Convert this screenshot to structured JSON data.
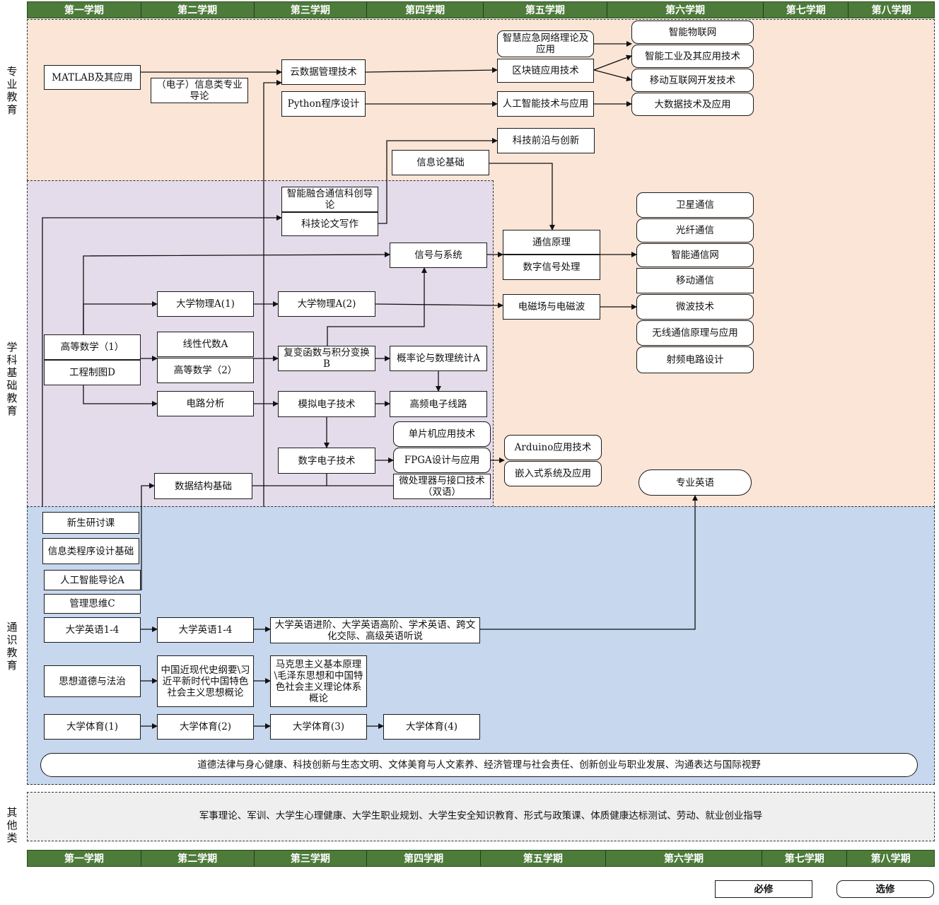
{
  "semesters": [
    "第一学期",
    "第二学期",
    "第三学期",
    "第四学期",
    "第五学期",
    "第六学期",
    "第七学期",
    "第八学期"
  ],
  "sections": {
    "professional": "专业教育",
    "discipline": "学科基础教育",
    "general": "通识教育",
    "other": "其他类"
  },
  "courses": {
    "matlab": "MATLAB及其应用",
    "intro_info": "（电子）信息类专业导论",
    "cloud_data": "云数据管理技术",
    "python": "Python程序设计",
    "smart_emergency": "智慧应急网络理论及应用",
    "blockchain": "区块链应用技术",
    "ai_tech": "人工智能技术与应用",
    "iot": "智能物联网",
    "smart_industry": "智能工业及其应用技术",
    "mobile_internet": "移动互联网开发技术",
    "big_data": "大数据技术及应用",
    "frontier": "科技前沿与创新",
    "info_theory": "信息论基础",
    "smart_fusion": "智能融合通信科创导论",
    "paper_writing": "科技论文写作",
    "signals": "信号与系统",
    "comm_principle": "通信原理",
    "dsp": "数字信号处理",
    "satellite": "卫星通信",
    "fiber": "光纤通信",
    "smart_network": "智能通信网",
    "mobile_comm": "移动通信",
    "physics1": "大学物理A(1)",
    "physics2": "大学物理A(2)",
    "em_field": "电磁场与电磁波",
    "microwave": "微波技术",
    "wireless": "无线通信原理与应用",
    "rf_circuit": "射频电路设计",
    "math1": "高等数学（1）",
    "drawing": "工程制图D",
    "linear_algebra": "线性代数A",
    "math2": "高等数学（2）",
    "complex": "复变函数与积分变换B",
    "probability": "概率论与数理统计A",
    "circuit": "电路分析",
    "analog": "模拟电子技术",
    "hf_circuit": "高频电子线路",
    "mcu": "单片机应用技术",
    "digital": "数字电子技术",
    "fpga": "FPGA设计与应用",
    "microprocessor": "微处理器与接口技术（双语）",
    "arduino": "Arduino应用技术",
    "embedded": "嵌入式系统及应用",
    "data_structure": "数据结构基础",
    "prof_english": "专业英语",
    "freshman_seminar": "新生研讨课",
    "programming_basics": "信息类程序设计基础",
    "ai_intro": "人工智能导论A",
    "mgmt_thinking": "管理思维C",
    "english_1": "大学英语1-4",
    "english_2": "大学英语1-4",
    "english_adv": "大学英语进阶、大学英语高阶、学术英语、跨文化交际、高级英语听说",
    "morality": "思想道德与法治",
    "history": "中国近现代史纲要\\习近平新时代中国特色社会主义思想概论",
    "marxism": "马克思主义基本原理\\毛泽东思想和中国特色社会主义理论体系概论",
    "pe1": "大学体育(1)",
    "pe2": "大学体育(2)",
    "pe3": "大学体育(3)",
    "pe4": "大学体育(4)",
    "gen_ed": "道德法律与身心健康、科技创新与生态文明、文体美育与人文素养、经济管理与社会责任、创新创业与职业发展、沟通表达与国际视野",
    "other_courses": "军事理论、军训、大学生心理健康、大学生职业规划、大学生安全知识教育、形式与政策课、体质健康达标测试、劳动、就业创业指导"
  },
  "legend": {
    "required": "必修",
    "elective": "选修"
  },
  "colors": {
    "header": "#4d7b3a",
    "professional_bg": "#fbe5d6",
    "discipline_bg": "#e4dcea",
    "general_bg": "#c6d7ee",
    "other_bg": "#efefef"
  }
}
